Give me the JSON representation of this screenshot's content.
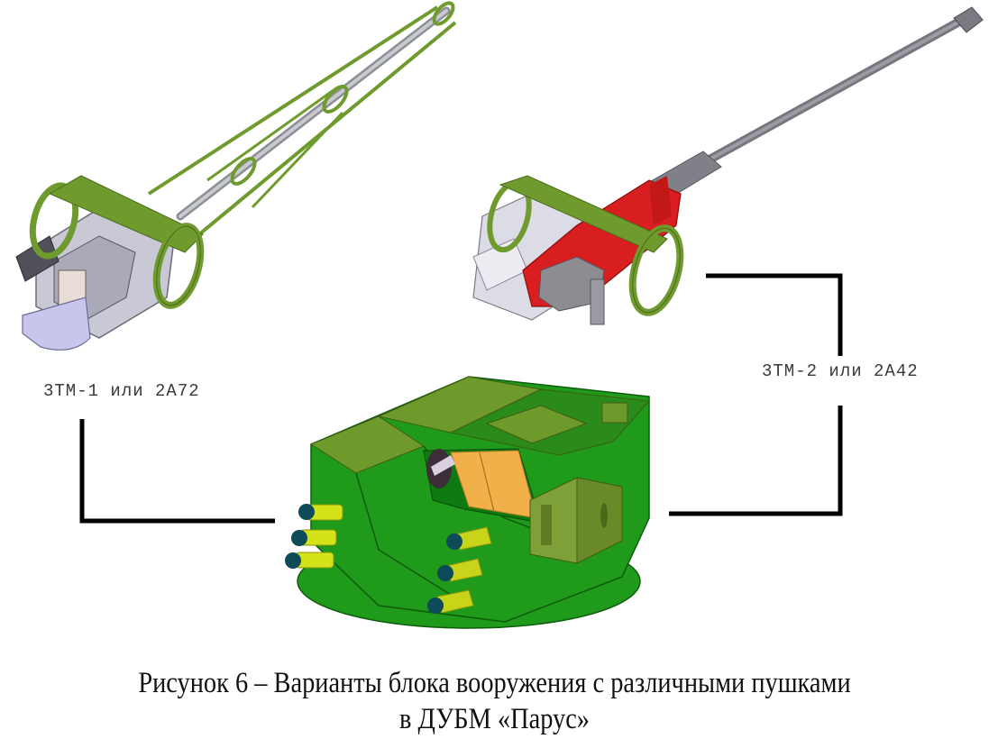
{
  "figure": {
    "number": "6",
    "caption_line1": "Рисунок 6 – Варианты блока вооружения с различными пушками",
    "caption_line2": "в ДУБМ «Парус»",
    "components": [
      {
        "id": "gun-left",
        "label": "3ТМ-1 или 2А72",
        "description": "Autocannon variant with green cradle (left)",
        "frame_color": "#6f9a2e",
        "body_color": "#c9c9d6"
      },
      {
        "id": "gun-right",
        "label": "3ТМ-2 или 2А42",
        "description": "Autocannon variant with red mount and grey barrel (right)",
        "frame_color": "#6f9a2e",
        "mount_color": "#d81e1e",
        "barrel_color": "#7a7a80"
      },
      {
        "id": "turret",
        "label": "",
        "description": "Turret weapon module (center bottom)",
        "hull_color": "#1f9a1a",
        "roof_color": "#6e9a2c",
        "launcher_color": "#d4e21a",
        "launcher_cap_color": "#0c4b57",
        "sight_color": "#f2b04a"
      }
    ],
    "connector_color": "#000000"
  }
}
